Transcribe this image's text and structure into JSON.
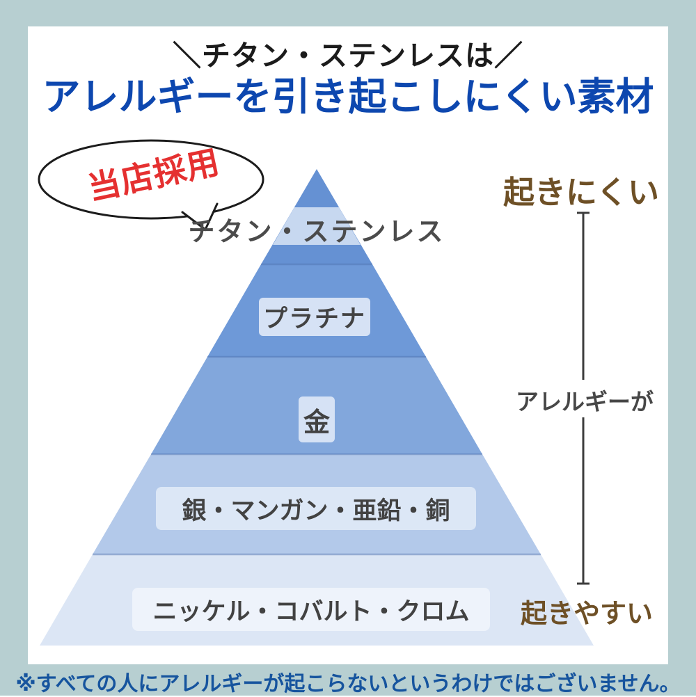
{
  "page": {
    "background_color": "#b7cfd1",
    "card_color": "#ffffff"
  },
  "header": {
    "tagline": "＼チタン・ステンレスは／",
    "title": "アレルギーを引き起こしにくい素材",
    "title_color": "#0d47af"
  },
  "badge": {
    "label": "当店採用",
    "text_color": "#e53030"
  },
  "pyramid": {
    "label_band_color": "#c7d8f0",
    "levels": [
      {
        "rank": 1,
        "label": "チタン・ステンレス",
        "color": "#6591d3"
      },
      {
        "rank": 2,
        "label": "プラチナ",
        "color": "#6e99d8",
        "box_color": "#d6e2f5"
      },
      {
        "rank": 3,
        "label": "金",
        "color": "#82a7dc",
        "box_color": "#d6e2f5"
      },
      {
        "rank": 4,
        "label": "銀・マンガン・亜鉛・銅",
        "color": "#b3c9ea",
        "box_color": "#dce7f6"
      },
      {
        "rank": 5,
        "label": "ニッケル・コバルト・クロム",
        "color": "#dce6f5",
        "box_color": "#eef3fb"
      }
    ]
  },
  "scale": {
    "top_label": "起きにくい",
    "middle_label": "アレルギーが",
    "bottom_label": "起きやすい",
    "brown_color": "#6e5026",
    "gray_color": "#474747"
  },
  "footer": {
    "note": "※すべての人にアレルギーが起こらないというわけではございません。",
    "color": "#16549e"
  }
}
